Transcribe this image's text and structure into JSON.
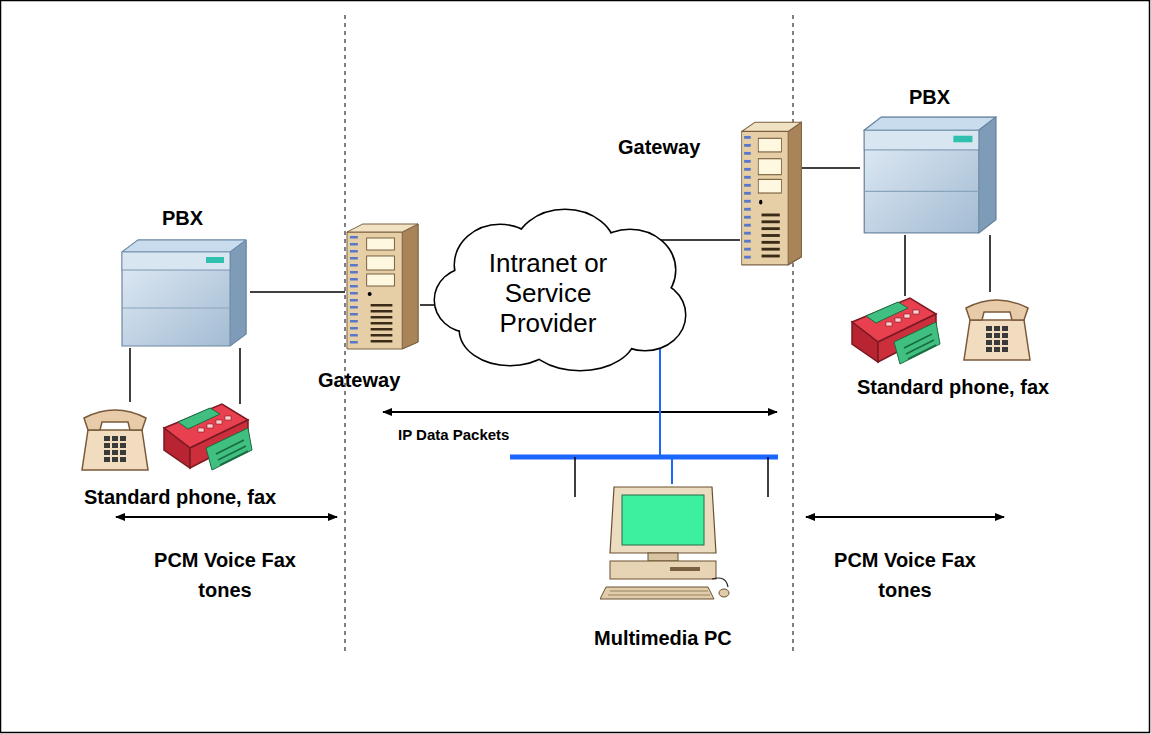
{
  "diagram": {
    "nodes": [
      {
        "text": [
          "PBX"
        ]
      },
      {
        "text": [
          "Gateway"
        ]
      },
      {
        "text": [
          "Intranet or Service Provider"
        ]
      },
      {
        "text": [
          "Gateway"
        ]
      },
      {
        "text": [
          "PBX"
        ]
      },
      {
        "text": [
          "Multimedia PC"
        ]
      }
    ],
    "edges": [
      {
        "from": 0,
        "to": 1,
        "arrow": "none"
      },
      {
        "from": 1,
        "to": 2,
        "arrow": "none"
      },
      {
        "from": 2,
        "to": 3,
        "arrow": "none"
      },
      {
        "from": 3,
        "to": 4,
        "arrow": "none"
      },
      {
        "from": 2,
        "to": 5,
        "arrow": "none"
      }
    ],
    "labels": [
      "Standard phone, fax",
      "Standard phone, fax",
      "IP Data Packets",
      "PCM Voice Fax tones",
      "PCM Voice Fax tones"
    ]
  }
}
